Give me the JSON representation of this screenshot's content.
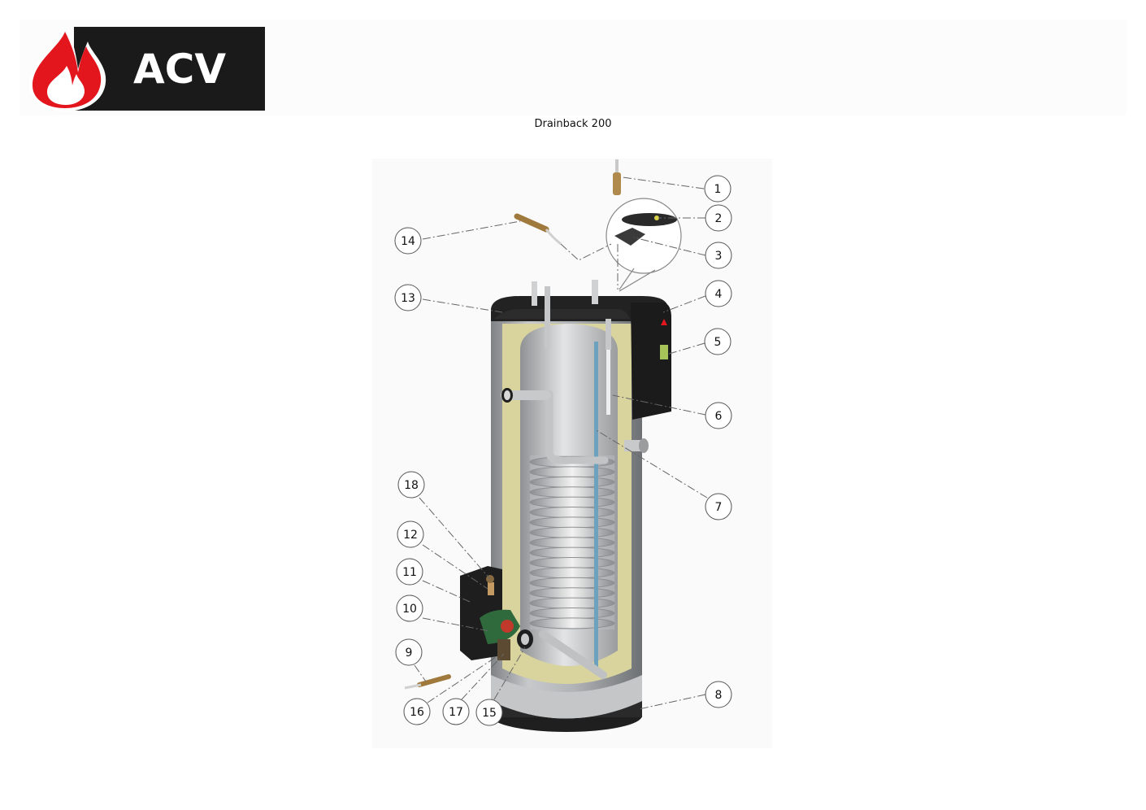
{
  "header": {
    "brand": "ACV",
    "document_title": "Drainback 200"
  },
  "callouts": [
    {
      "id": "callout-1",
      "label": "1"
    },
    {
      "id": "callout-2",
      "label": "2"
    },
    {
      "id": "callout-3",
      "label": "3"
    },
    {
      "id": "callout-4",
      "label": "4"
    },
    {
      "id": "callout-5",
      "label": "5"
    },
    {
      "id": "callout-6",
      "label": "6"
    },
    {
      "id": "callout-7",
      "label": "7"
    },
    {
      "id": "callout-8",
      "label": "8"
    },
    {
      "id": "callout-9",
      "label": "9"
    },
    {
      "id": "callout-10",
      "label": "10"
    },
    {
      "id": "callout-11",
      "label": "11"
    },
    {
      "id": "callout-12",
      "label": "12"
    },
    {
      "id": "callout-13",
      "label": "13"
    },
    {
      "id": "callout-14",
      "label": "14"
    },
    {
      "id": "callout-15",
      "label": "15"
    },
    {
      "id": "callout-16",
      "label": "16"
    },
    {
      "id": "callout-17",
      "label": "17"
    },
    {
      "id": "callout-18",
      "label": "18"
    }
  ],
  "colors": {
    "brand_red": "#e3161d",
    "brand_black": "#1a1a1a",
    "insulation": "#ddd9a6",
    "casing_grey": "#a9acae",
    "coil_silver": "#c9cbcd"
  }
}
